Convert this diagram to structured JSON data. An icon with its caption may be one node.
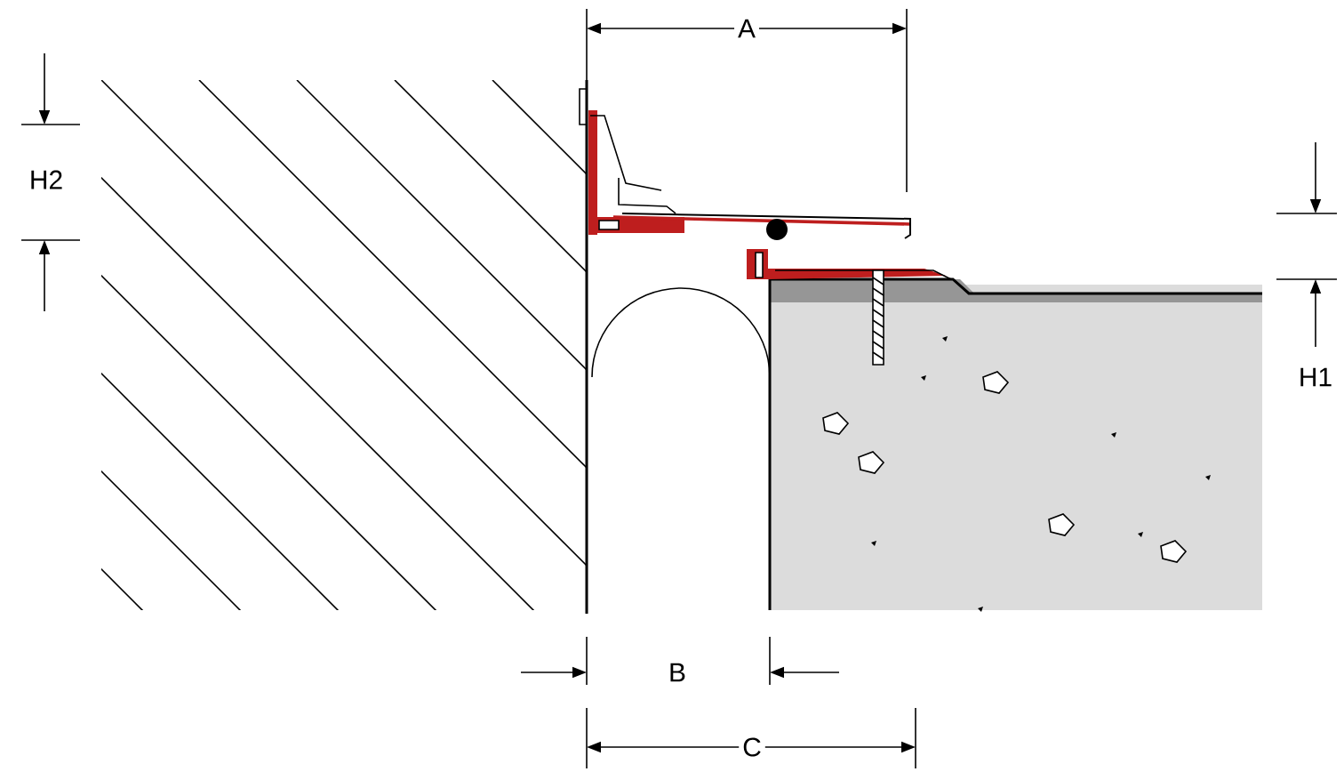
{
  "diagram": {
    "labels": [
      "A",
      "H2",
      "H1",
      "B",
      "C"
    ]
  }
}
